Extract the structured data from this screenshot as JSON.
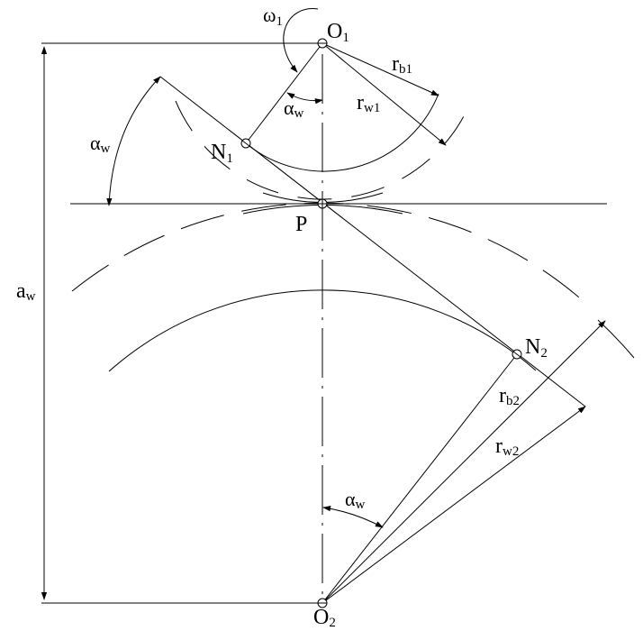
{
  "points": {
    "O1": {
      "main": "O",
      "sub": "1"
    },
    "O2": {
      "main": "O",
      "sub": "2"
    },
    "N1": {
      "main": "N",
      "sub": "1"
    },
    "N2": {
      "main": "N",
      "sub": "2"
    },
    "P": {
      "main": "P"
    }
  },
  "labels": {
    "omega1": {
      "main": "ω",
      "sub": "1"
    },
    "rb1": {
      "main": "r",
      "sub": "b1"
    },
    "rw1": {
      "main": "r",
      "sub": "w1"
    },
    "rb2": {
      "main": "r",
      "sub": "b2"
    },
    "rw2": {
      "main": "r",
      "sub": "w2"
    },
    "alpha_w_top": {
      "main": "α",
      "sub": "w"
    },
    "alpha_w_left": {
      "main": "α",
      "sub": "w"
    },
    "alpha_w_bottom": {
      "main": "α",
      "sub": "w"
    },
    "aw": {
      "main": "a",
      "sub": "w"
    }
  }
}
